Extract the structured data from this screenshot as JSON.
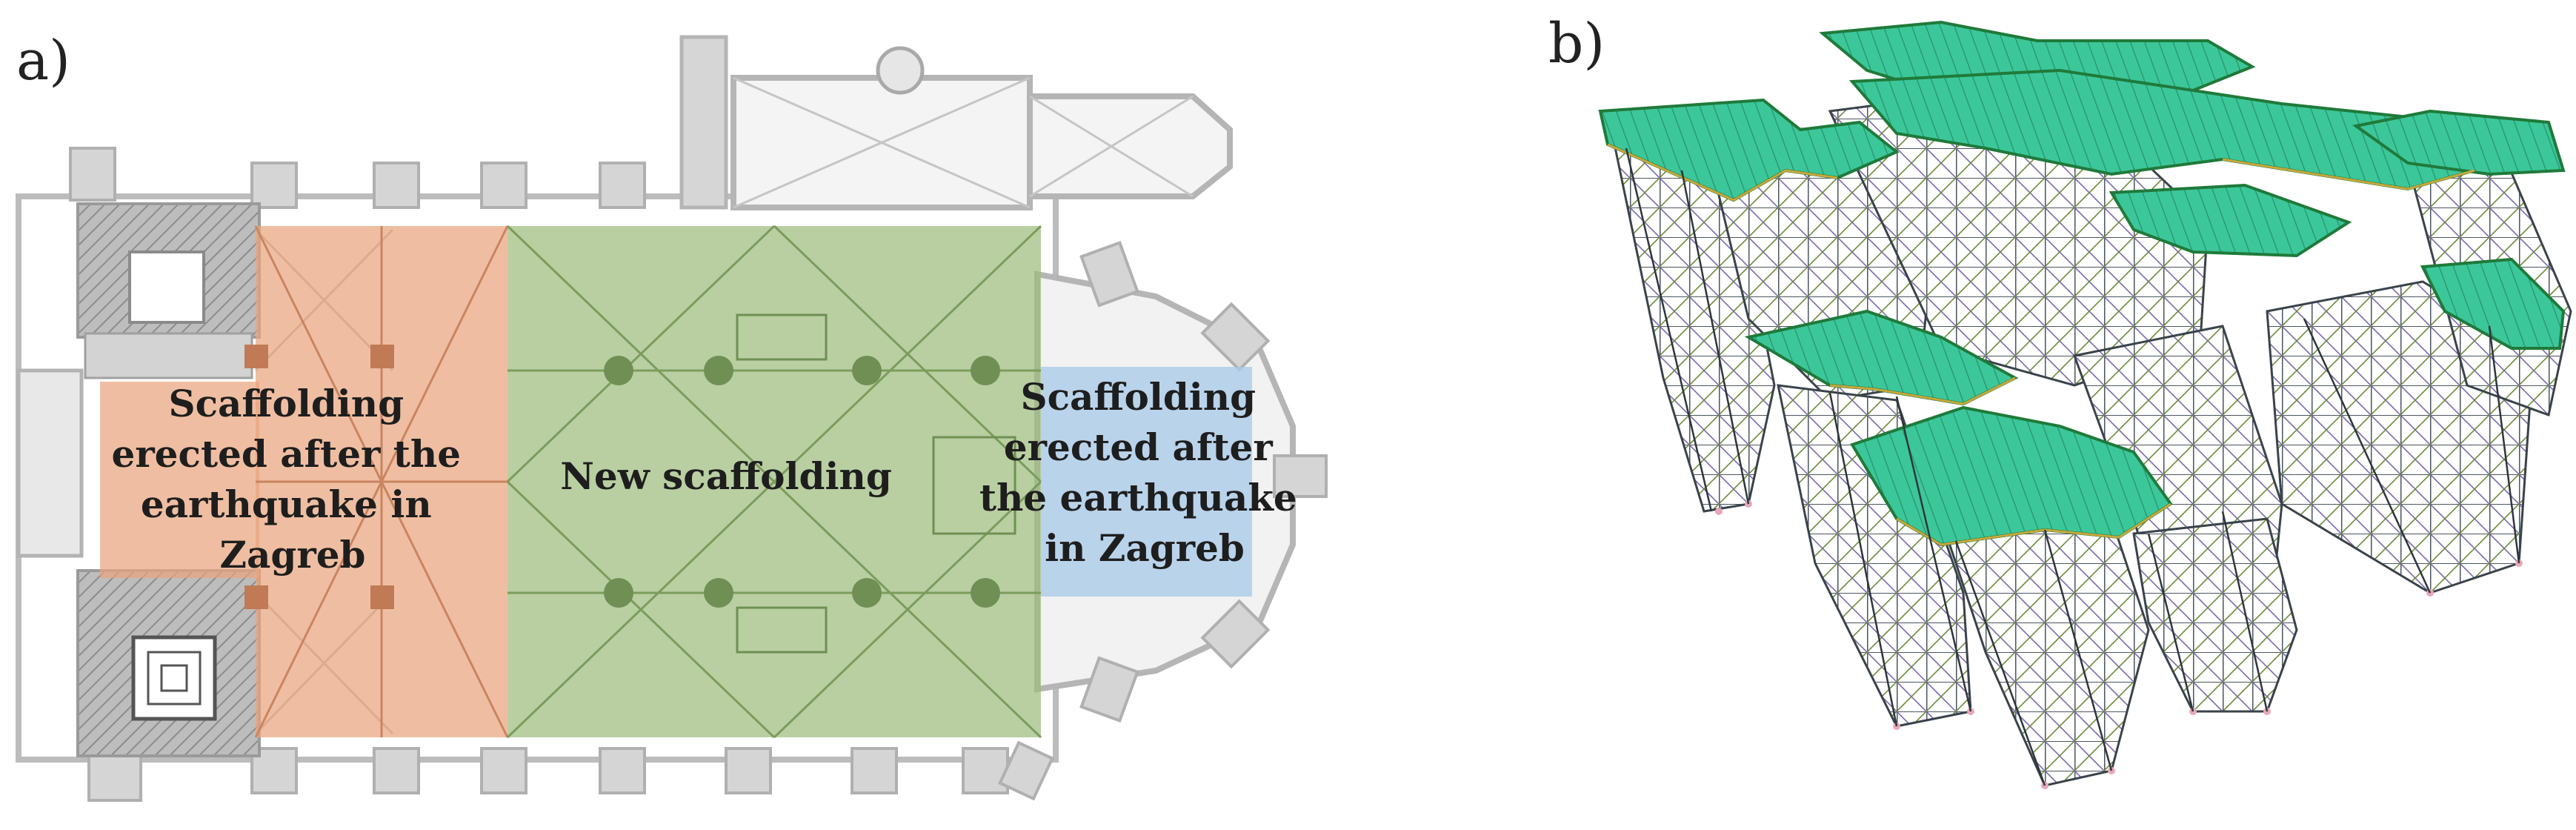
{
  "panels": {
    "a": {
      "label": "a)"
    },
    "b": {
      "label": "b)"
    }
  },
  "zones": {
    "west": {
      "lines": [
        "Scaffolding",
        "erected after the",
        "earthquake in",
        "Zagreb"
      ],
      "color": "#e9a57e"
    },
    "nave": {
      "lines": [
        "New scaffolding"
      ],
      "color": "#9ebd7e"
    },
    "east": {
      "lines": [
        "Scaffolding",
        "erected after",
        "the earthquake",
        "in Zagreb"
      ],
      "color": "#a9cbe9"
    }
  },
  "colors": {
    "wall": "#c9c9c9",
    "wall_dark": "#9a9a9a",
    "deck": "#3cc79a",
    "deck_edge": "#1f7a3a",
    "frame": "#4a5560"
  }
}
